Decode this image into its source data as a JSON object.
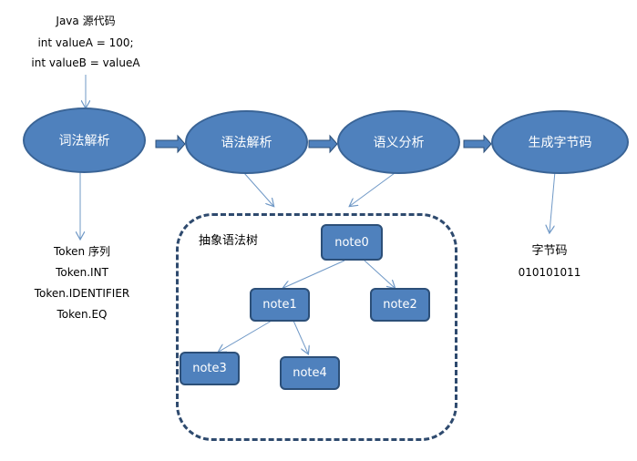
{
  "source": {
    "line1": "Java 源代码",
    "line2": "int valueA = 100;",
    "line3": "int valueB = valueA"
  },
  "stages": {
    "lexer": "词法解析",
    "parser": "语法解析",
    "semantic": "语义分析",
    "codegen": "生成字节码"
  },
  "tokens": {
    "title": "Token  序列",
    "t1": "Token.INT",
    "t2": "Token.IDENTIFIER",
    "t3": "Token.EQ"
  },
  "ast": {
    "label": "抽象语法树",
    "nodes": {
      "n0": "note0",
      "n1": "note1",
      "n2": "note2",
      "n3": "note3",
      "n4": "note4"
    }
  },
  "bytecode": {
    "title": "字节码",
    "value": "010101011"
  },
  "colors": {
    "shape_fill": "#4f81bd",
    "shape_border": "#2c4f78",
    "arrow": "#7aa6d6",
    "dashed_border": "#2e4a6e"
  }
}
